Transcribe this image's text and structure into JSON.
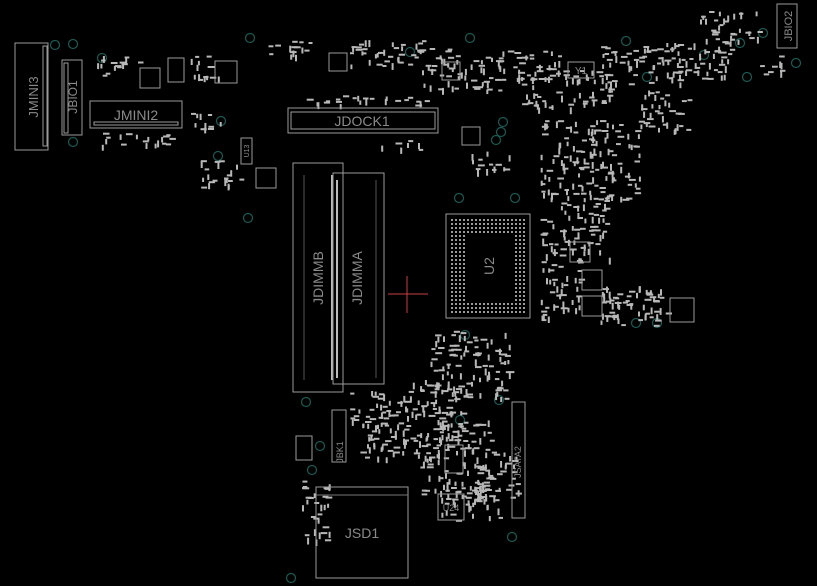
{
  "viewer": {
    "background": "#000000",
    "outline_color": "#9a9a9a",
    "label_color": "#8a8a8a",
    "hole_color": "#1d5a52",
    "cursor_color": "#c84040",
    "cursor": "crosshair"
  },
  "components": {
    "jmini3": "JMINI3",
    "jbio1": "JBIO1",
    "jmini2": "JMINI2",
    "jdock1": "JDOCK1",
    "jbio2": "JBIO2",
    "y1": "Y1",
    "u2": "U2",
    "jdimmb": "JDIMMB",
    "jdimma": "JDIMMA",
    "jbk1": "JBK1",
    "jsata2": "JSATA2",
    "jsd1": "JSD1",
    "u24": "U24",
    "u13": "U13"
  }
}
